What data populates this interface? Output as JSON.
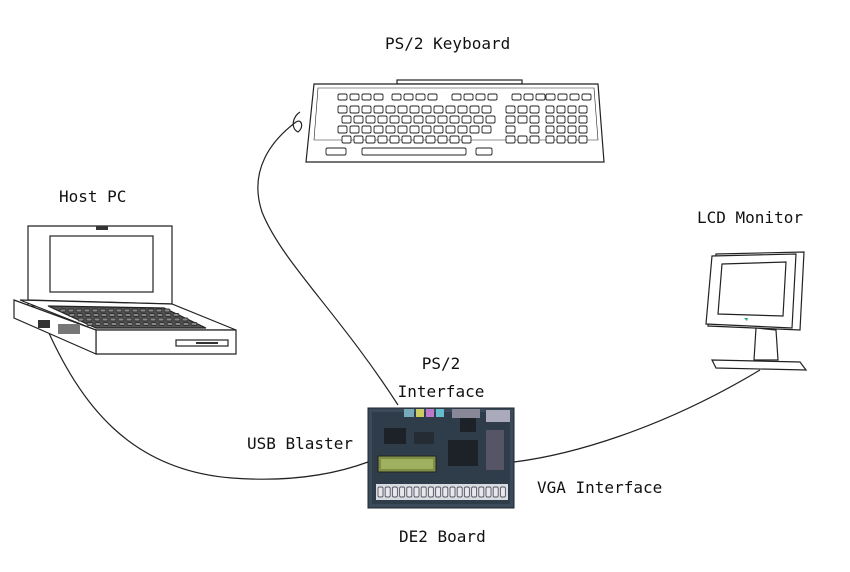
{
  "labels": {
    "keyboard": "PS/2 Keyboard",
    "host_pc": "Host PC",
    "lcd_monitor": "LCD Monitor",
    "ps2_interface_line1": "PS/2",
    "ps2_interface_line2": "Interface",
    "usb_blaster": "USB Blaster",
    "vga_interface": "VGA Interface",
    "de2_board": "DE2 Board"
  },
  "colors": {
    "line": "#222222",
    "board": "#3a4a5a",
    "board_dark": "#27323c",
    "lcd_green": "#9fb060"
  },
  "icons": {
    "keyboard": "keyboard-icon",
    "laptop": "laptop-icon",
    "monitor": "monitor-icon",
    "board": "de2-board-icon"
  }
}
